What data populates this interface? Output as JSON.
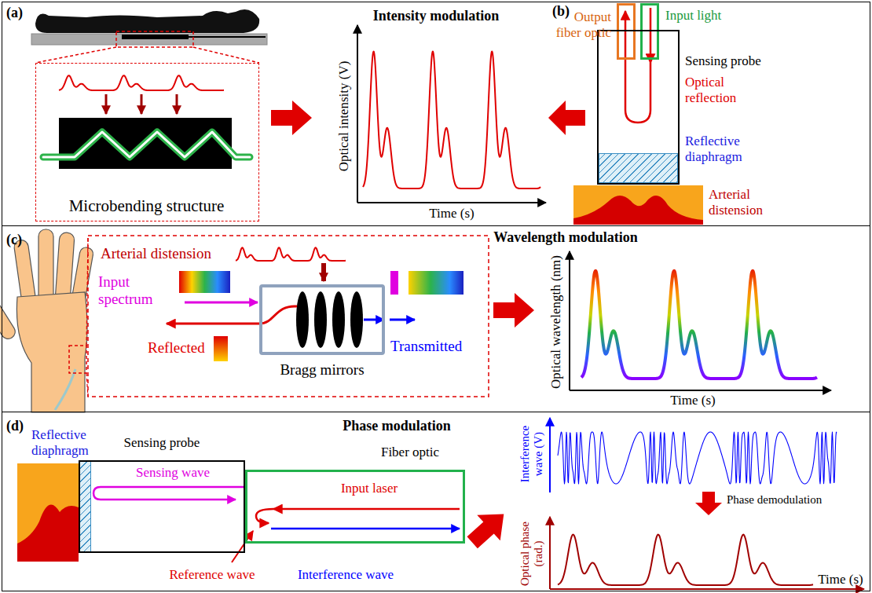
{
  "diagram": {
    "nodes": [
      {
        "text": [
          "(a)",
          "Intensity modulation",
          "(b)"
        ]
      },
      {
        "text": [
          "(c)",
          "Wavelength modulation"
        ]
      },
      {
        "text": [
          "(d)",
          "Phase modulation"
        ]
      },
      {
        "text": [
          "Microbending structure"
        ],
        "in": 0
      },
      {
        "text": [
          "Output fiber optic"
        ],
        "in": 0
      },
      {
        "text": [
          "Input light"
        ],
        "in": 0
      },
      {
        "text": [
          "Sensing probe"
        ],
        "in": 0
      },
      {
        "text": [
          "Reflective diaphragm"
        ],
        "in": 0
      },
      {
        "text": [
          "Arterial distension"
        ],
        "in": 0
      },
      {
        "text": [
          "Bragg mirrors"
        ],
        "in": 1
      },
      {
        "text": [
          "Reflective diaphragm"
        ],
        "in": 2
      },
      {
        "text": [
          "Sensing probe"
        ],
        "in": 2
      },
      {
        "text": [
          "Fiber optic"
        ],
        "in": 2
      }
    ],
    "labels": [
      "Optical intensity (V)",
      "Time (s)",
      "Optical reflection",
      "Arterial distension",
      "Input spectrum",
      "Reflected",
      "Transmitted",
      "Optical wavelength (nm)",
      "Time (s)",
      "Sensing wave",
      "Input laser",
      "Reference wave",
      "Interference wave",
      "Interference wave (V)",
      "Phase demodulation",
      "Optical phase (rad.)",
      "Time (s)"
    ]
  }
}
